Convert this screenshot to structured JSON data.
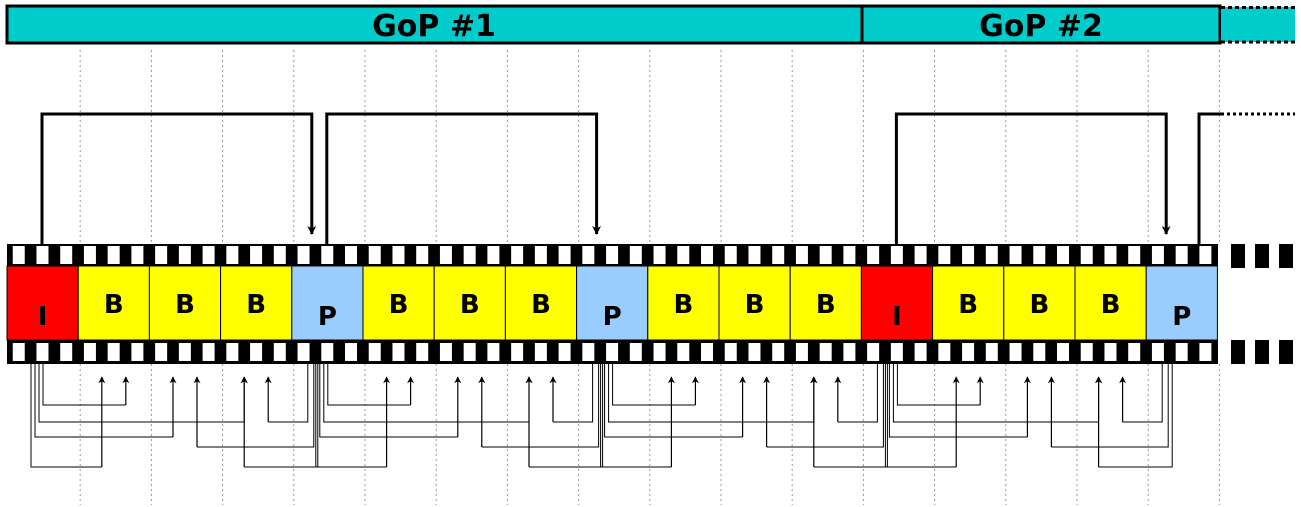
{
  "gops": [
    {
      "label": "GoP #1"
    },
    {
      "label": "GoP #2"
    }
  ],
  "frames": [
    {
      "type": "I"
    },
    {
      "type": "B"
    },
    {
      "type": "B"
    },
    {
      "type": "B"
    },
    {
      "type": "P"
    },
    {
      "type": "B"
    },
    {
      "type": "B"
    },
    {
      "type": "B"
    },
    {
      "type": "P"
    },
    {
      "type": "B"
    },
    {
      "type": "B"
    },
    {
      "type": "B"
    },
    {
      "type": "I"
    },
    {
      "type": "B"
    },
    {
      "type": "B"
    },
    {
      "type": "B"
    },
    {
      "type": "P"
    }
  ],
  "colors": {
    "I": "#ff0000",
    "B": "#ffff00",
    "P": "#99ccff",
    "gop_bar": "#00cccc",
    "line": "#000000",
    "grid": "#999999"
  },
  "forward_predictions": [
    {
      "from": 0,
      "to": 4
    },
    {
      "from": 4,
      "to": 8
    },
    {
      "from": 12,
      "to": 16
    }
  ],
  "bidirectional_predictions": [
    {
      "refs": [
        0,
        4
      ],
      "targets": [
        1,
        2,
        3
      ]
    },
    {
      "refs": [
        4,
        8
      ],
      "targets": [
        5,
        6,
        7
      ]
    },
    {
      "refs": [
        8,
        12
      ],
      "targets": [
        9,
        10,
        11
      ]
    },
    {
      "refs": [
        12,
        16
      ],
      "targets": [
        13,
        14,
        15
      ]
    }
  ]
}
